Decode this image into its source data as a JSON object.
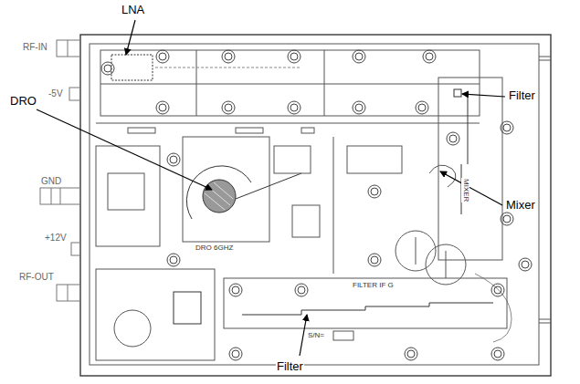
{
  "diagram": {
    "labels": [
      "LNA",
      "DRO",
      "Filter",
      "Mixer",
      "Filter",
      "RF-IN",
      "-5V",
      "GND",
      "+12V",
      "RF-OUT",
      "DRO 6GHZ",
      "FILTER IF G",
      "S/N=",
      "MIXER"
    ]
  }
}
